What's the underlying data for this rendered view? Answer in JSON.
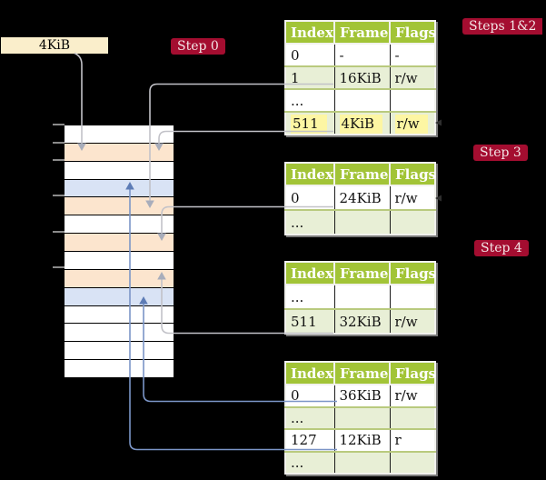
{
  "labels": {
    "size_box": "4KiB"
  },
  "badges": {
    "step0": "Step 0",
    "steps12": "Steps 1&2",
    "step3": "Step 3",
    "step4": "Step 4"
  },
  "memory": {
    "description": "physical memory column of 4KiB frames, top to bottom",
    "frames": [
      "white",
      "peach",
      "white",
      "blue",
      "peach",
      "white",
      "peach",
      "white",
      "peach",
      "blue",
      "white",
      "white",
      "white",
      "white"
    ]
  },
  "tables": [
    {
      "name": "page-table-steps-1-2",
      "headers": [
        "Index",
        "Frame",
        "Flags"
      ],
      "rows": [
        {
          "cells": [
            "0",
            "-",
            "-"
          ],
          "shade": false,
          "highlight": false
        },
        {
          "cells": [
            "1",
            "16KiB",
            "r/w"
          ],
          "shade": true,
          "highlight": false
        },
        {
          "cells": [
            "...",
            "",
            ""
          ],
          "shade": false,
          "highlight": false
        },
        {
          "cells": [
            "511",
            "4KiB",
            "r/w"
          ],
          "shade": true,
          "highlight": true
        }
      ]
    },
    {
      "name": "page-table-step-3",
      "headers": [
        "Index",
        "Frame",
        "Flags"
      ],
      "rows": [
        {
          "cells": [
            "0",
            "24KiB",
            "r/w"
          ],
          "shade": false,
          "highlight": false
        },
        {
          "cells": [
            "...",
            "",
            ""
          ],
          "shade": true,
          "highlight": false
        }
      ]
    },
    {
      "name": "page-table-step-4a",
      "headers": [
        "Index",
        "Frame",
        "Flags"
      ],
      "rows": [
        {
          "cells": [
            "...",
            "",
            ""
          ],
          "shade": false,
          "highlight": false
        },
        {
          "cells": [
            "511",
            "32KiB",
            "r/w"
          ],
          "shade": true,
          "highlight": false
        }
      ]
    },
    {
      "name": "page-table-step-4b",
      "headers": [
        "Index",
        "Frame",
        "Flags"
      ],
      "rows": [
        {
          "cells": [
            "0",
            "36KiB",
            "r/w"
          ],
          "shade": false,
          "highlight": false
        },
        {
          "cells": [
            "...",
            "",
            ""
          ],
          "shade": true,
          "highlight": false
        },
        {
          "cells": [
            "127",
            "12KiB",
            "r"
          ],
          "shade": false,
          "highlight": false
        },
        {
          "cells": [
            "...",
            "",
            ""
          ],
          "shade": true,
          "highlight": false
        }
      ]
    }
  ],
  "colors": {
    "background": "#000000",
    "table_header_green": "#a2c437",
    "table_shade_green": "#e8efd6",
    "row_separator_olive": "#b9ca7e",
    "highlight_yellow": "#fdf6a3",
    "frame_peach": "#fce5ce",
    "frame_blue": "#d9e3f5",
    "size_box_cream": "#faeecb",
    "badge_crimson": "#a40d30",
    "connector_gray": "#c2c2c8",
    "connector_blue": "#7b95c7"
  }
}
